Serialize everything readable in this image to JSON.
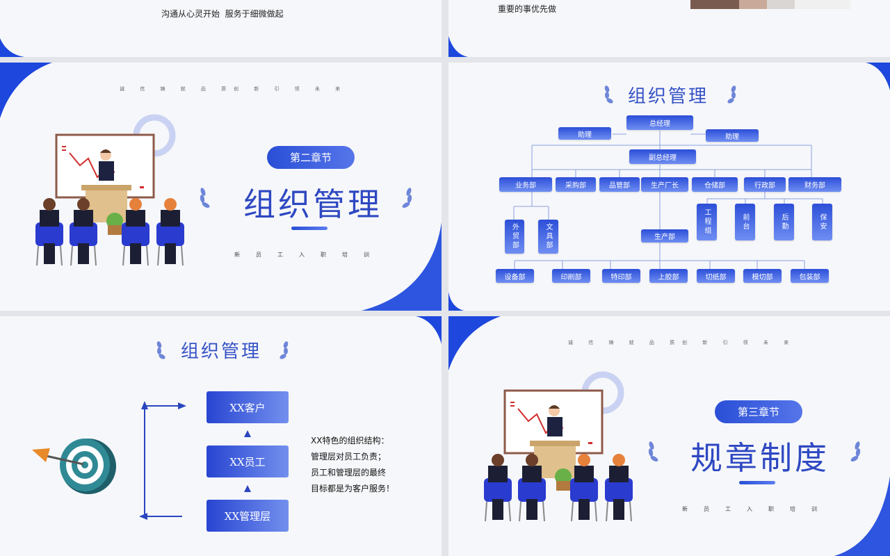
{
  "slide_top_left": {
    "text": "沟通从心灵开始  服务于细微做起"
  },
  "slide_top_right": {
    "text": "重要的事优先做"
  },
  "slogan": {
    "left": "诚 信 铸 就 品 质",
    "right": "创 新 引 领 未 来"
  },
  "subtitle": "新员工入职培训",
  "chapter2": {
    "chip": "第二章节",
    "title": "组织管理"
  },
  "chapter3": {
    "chip": "第三章节",
    "title": "规章制度"
  },
  "org_chart": {
    "title": "组织管理",
    "top": "总经理",
    "assistant_left": "助理",
    "assistant_right": "助理",
    "deputy": "副总经理",
    "departments": [
      "业务部",
      "采购部",
      "品管部",
      "生产厂长",
      "仓储部",
      "行政部",
      "财务部"
    ],
    "business_sub": [
      "外贸部",
      "文具部"
    ],
    "admin_sub": [
      "工程组",
      "前台",
      "后勤",
      "保安"
    ],
    "production": "生产部",
    "production_sub": [
      "设备部",
      "印刷部",
      "特印部",
      "上胶部",
      "切纸部",
      "模切部",
      "包装部"
    ]
  },
  "structure": {
    "title": "组织管理",
    "boxes": [
      "XX客户",
      "XX员工",
      "XX管理层"
    ],
    "desc": [
      "XX特色的组织结构：",
      "管理层对员工负责；",
      "员工和管理层的最终",
      "目标都是为客户服务！"
    ]
  },
  "colors": {
    "accent": "#2e48c2",
    "brand_blue": "#1f45d8",
    "bg": "#f6f7fa"
  }
}
